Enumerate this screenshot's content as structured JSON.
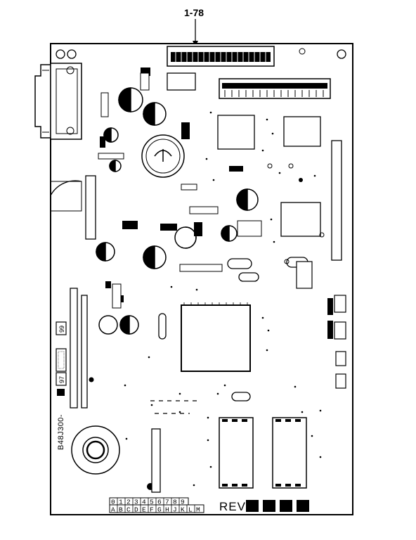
{
  "callout": {
    "label": "1-78"
  },
  "board": {
    "part_number": "B48J300-",
    "rev_boxes": [
      "97",
      "99"
    ],
    "rev_label": "REV",
    "digits_row": [
      "0",
      "1",
      "2",
      "3",
      "4",
      "5",
      "6",
      "7",
      "8",
      "9"
    ],
    "letters_row": [
      "A",
      "B",
      "C",
      "D",
      "E",
      "F",
      "G",
      "H",
      "J",
      "K",
      "L",
      "M"
    ]
  }
}
